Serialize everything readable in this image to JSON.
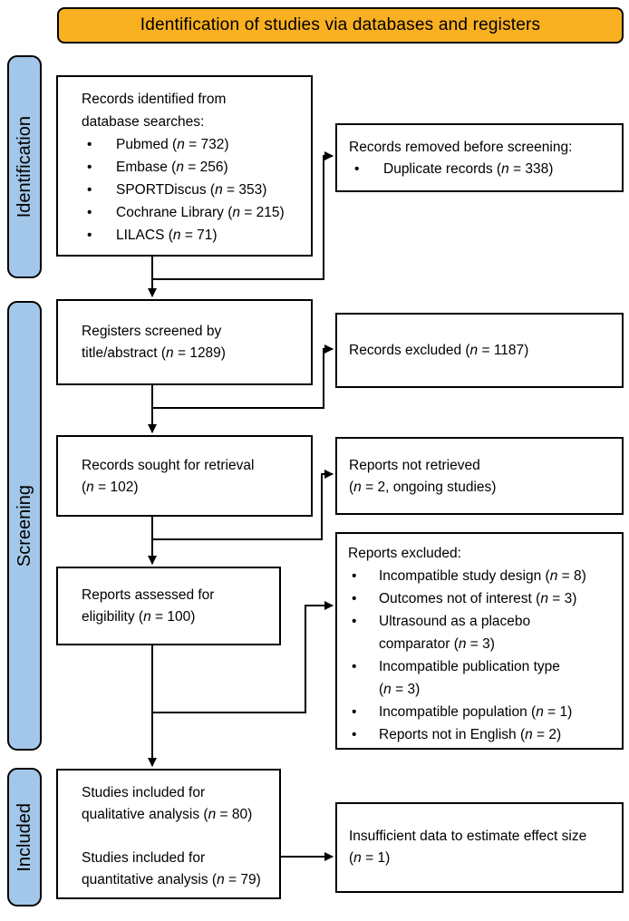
{
  "title": "Identification of studies via databases and registers",
  "colors": {
    "banner": "#F9B021",
    "stage_fill": "#A3C7E8",
    "box_border": "#000000",
    "connector": "#000000"
  },
  "stages": [
    {
      "label": "Identification"
    },
    {
      "label": "Screening"
    },
    {
      "label": "Included"
    }
  ],
  "boxes": {
    "identified": {
      "lines": [
        "Records identified from",
        "database searches:"
      ],
      "bullets": [
        [
          "Pubmed (n = 732)"
        ],
        [
          "Embase (n = 256)"
        ],
        [
          "SPORTDiscus (n = 353)"
        ],
        [
          "Cochrane Library (n = 215)"
        ],
        [
          "LILACS (n = 71)"
        ]
      ]
    },
    "removed": {
      "lines": [
        "Records removed before screening:"
      ],
      "bullets": [
        [
          "Duplicate records (n = 338)"
        ]
      ]
    },
    "screened": {
      "lines": [
        "Registers screened by",
        "title/abstract (n = 1289)"
      ]
    },
    "records_excluded": {
      "lines": [
        "Records excluded (n = 1187)"
      ]
    },
    "sought": {
      "lines": [
        "Records sought for retrieval",
        "(n = 102)"
      ]
    },
    "not_retrieved": {
      "lines": [
        "Reports not retrieved",
        "(n = 2, ongoing studies)"
      ]
    },
    "assessed": {
      "lines": [
        "Reports assessed for",
        "eligibility (n = 100)"
      ]
    },
    "reports_excluded": {
      "lines": [
        "Reports excluded:"
      ],
      "bullets": [
        [
          "Incompatible study design (n = 8)"
        ],
        [
          "Outcomes not of interest (n = 3)"
        ],
        [
          "Ultrasound as a placebo",
          "comparator (n = 3)"
        ],
        [
          "Incompatible publication type",
          "(n = 3)"
        ],
        [
          "Incompatible population (n = 1)"
        ],
        [
          "Reports not in English (n = 2)"
        ]
      ]
    },
    "included": {
      "paragraphs": [
        [
          "Studies included for",
          "qualitative analysis (n = 80)"
        ],
        [
          "Studies included for",
          "quantitative analysis (n = 79)"
        ]
      ]
    },
    "insufficient": {
      "lines": [
        "Insufficient data to estimate effect size",
        "(n = 1)"
      ]
    }
  }
}
